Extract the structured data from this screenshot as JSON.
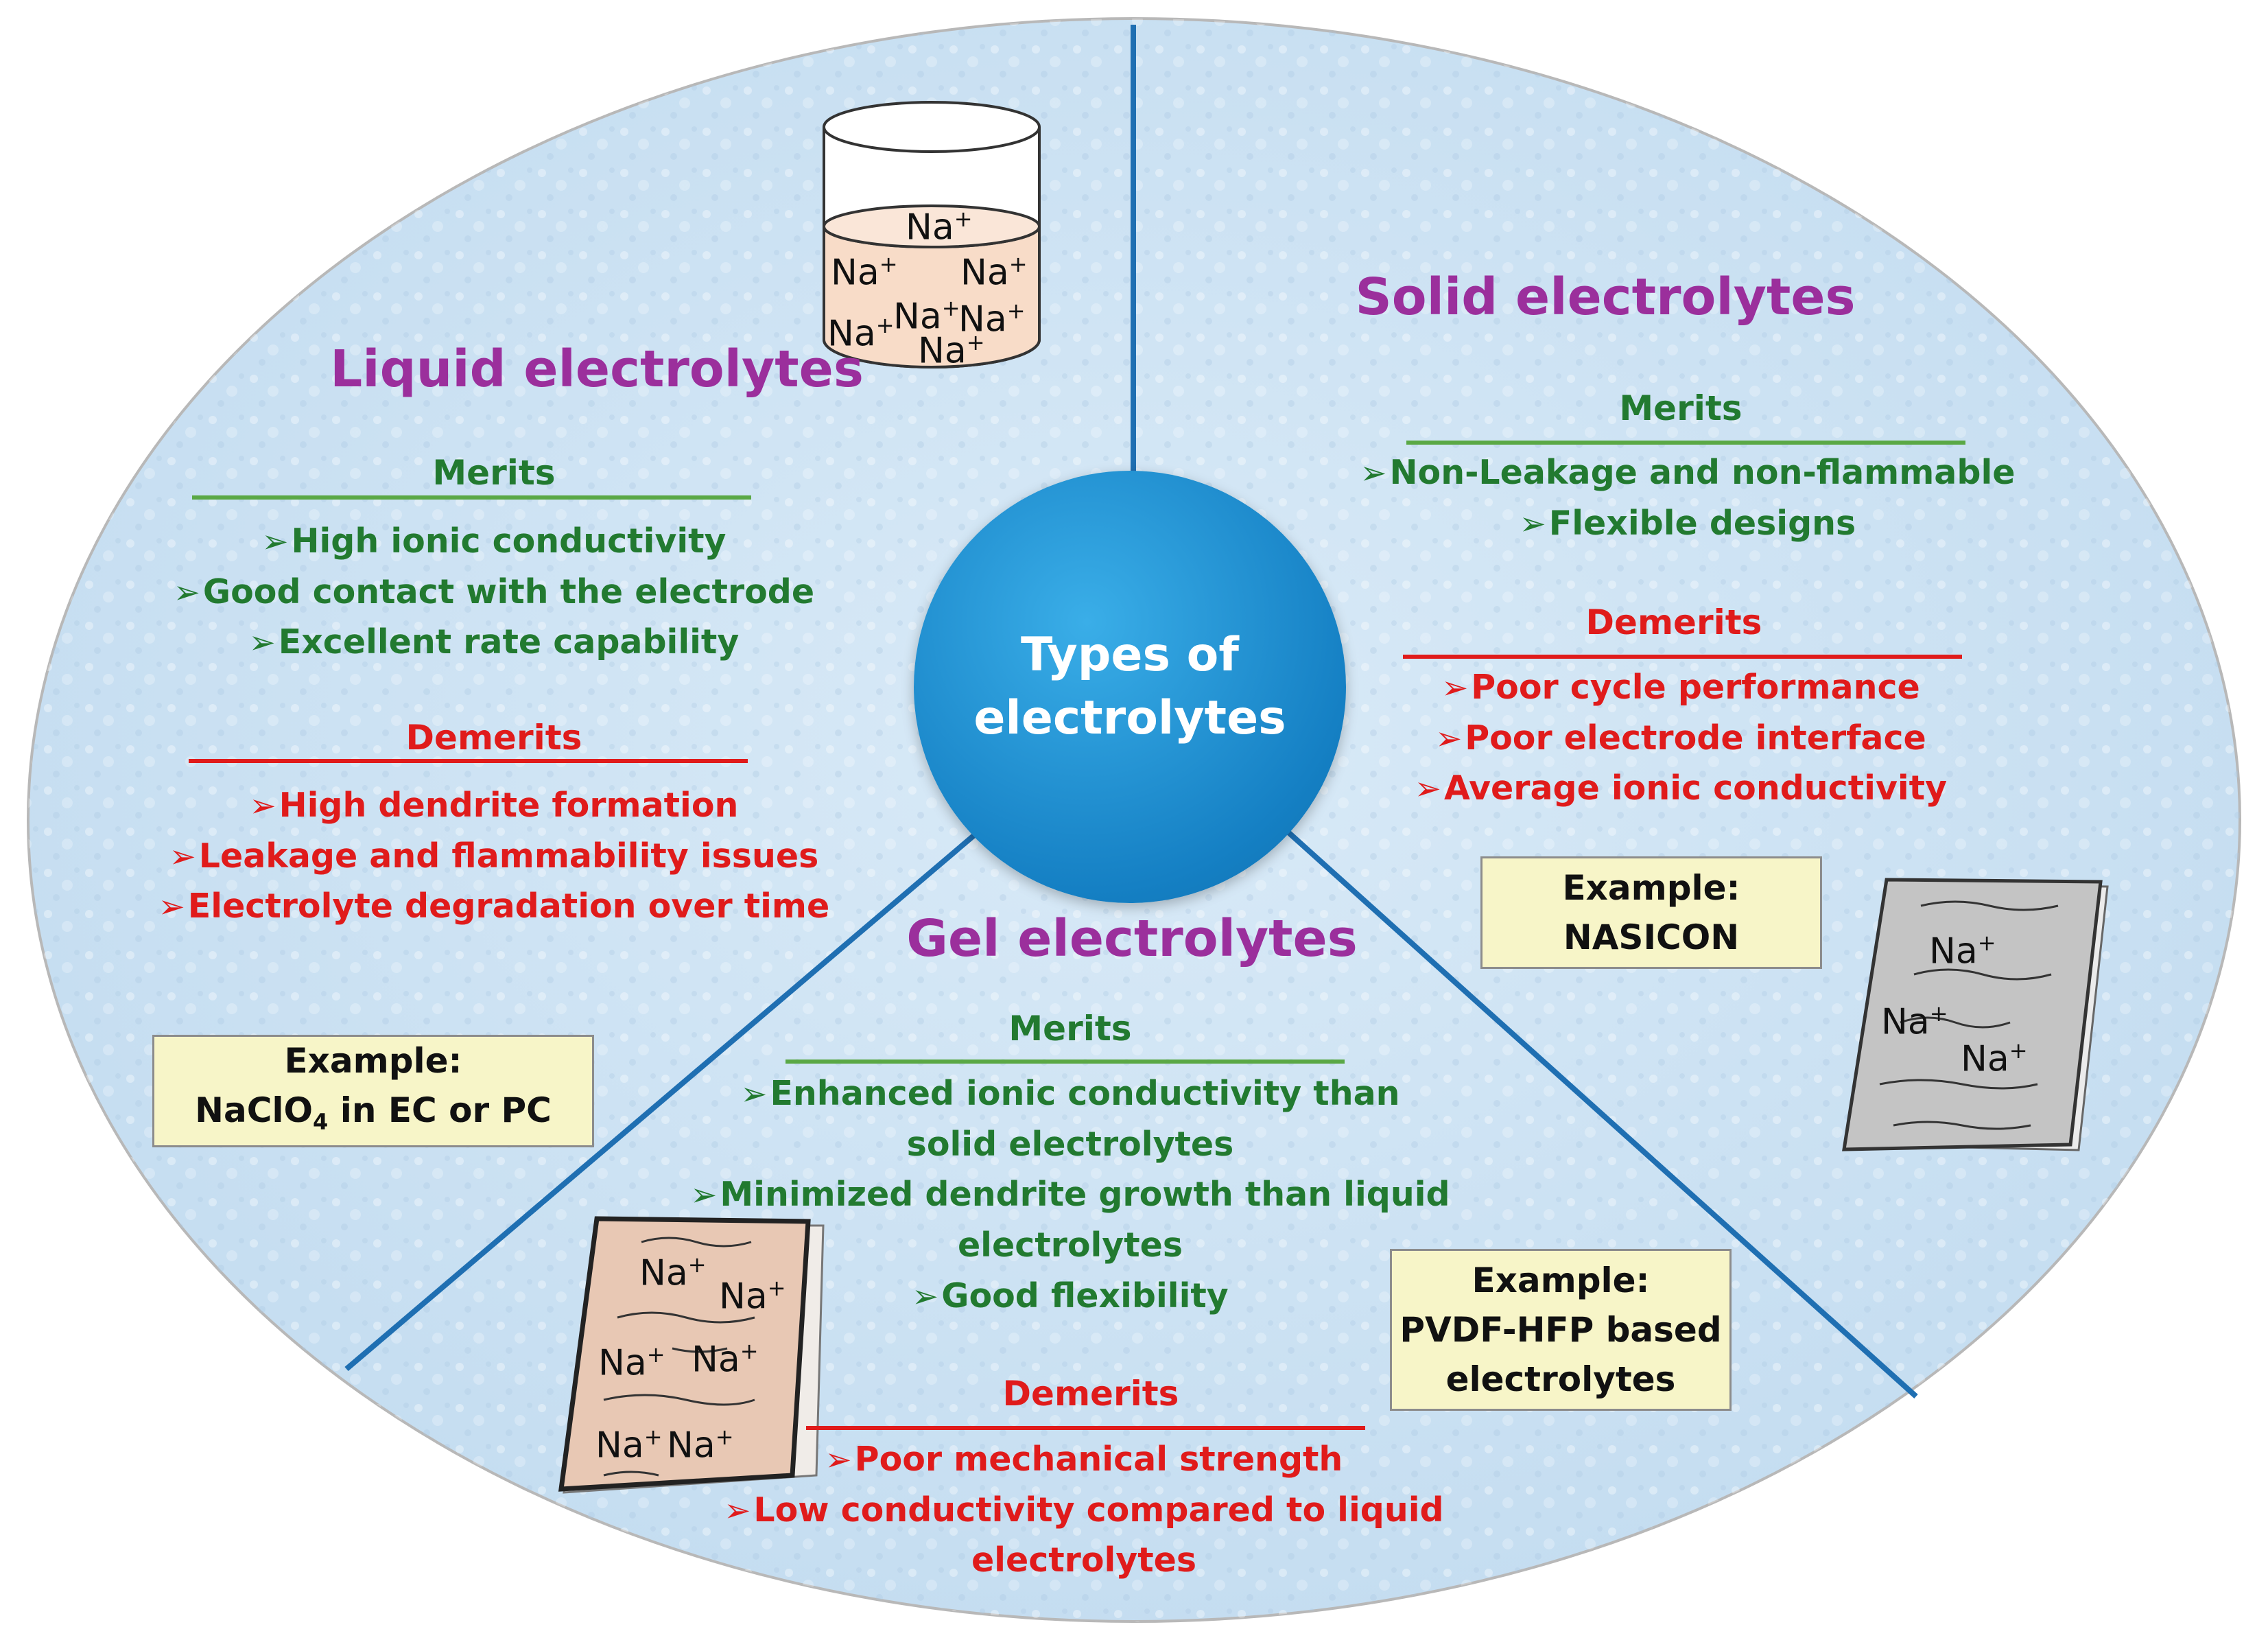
{
  "center": {
    "label": "Types of\nelectrolytes"
  },
  "liquid": {
    "title": "Liquid electrolytes",
    "merits_header": "Merits",
    "merits": [
      "High ionic conductivity",
      "Good contact with the electrode",
      "Excellent rate capability"
    ],
    "demerits_header": "Demerits",
    "demerits": [
      "High dendrite formation",
      "Leakage and flammability issues",
      "Electrolyte degradation over time"
    ],
    "example_label": "Example:",
    "example_pre": "NaClO",
    "example_sub": "4",
    "example_post": " in EC or PC",
    "ion_label": "Na",
    "ion_charge": "+"
  },
  "solid": {
    "title": "Solid electrolytes",
    "merits_header": "Merits",
    "merits": [
      "Non-Leakage and non-flammable",
      "Flexible designs"
    ],
    "demerits_header": "Demerits",
    "demerits": [
      "Poor cycle performance",
      "Poor electrode interface",
      "Average ionic conductivity"
    ],
    "example_label": "Example:",
    "example_value": "NASICON"
  },
  "gel": {
    "title": "Gel electrolytes",
    "merits_header": "Merits",
    "merits": [
      "Enhanced ionic conductivity than",
      "solid electrolytes",
      "Minimized dendrite growth than liquid",
      "electrolytes",
      "Good flexibility"
    ],
    "demerits_header": "Demerits",
    "demerits": [
      "Poor mechanical strength",
      "Low conductivity compared to liquid",
      "electrolytes"
    ],
    "example_label": "Example:",
    "example_lines": [
      "PVDF-HFP based",
      "electrolytes"
    ]
  },
  "colors": {
    "title": "#9b2f9c",
    "merit": "#227a30",
    "demerit": "#e01b1b",
    "divider": "#1f6fb2",
    "ellipse_fill": "#cfe3f3",
    "center_fill": "#1a8ad0",
    "example_fill": "#f7f5c8",
    "gel_film": "#e8c8b4",
    "solid_film": "#c4c4c4"
  },
  "icons": [
    "beaker-icon",
    "gel-film-icon",
    "solid-film-icon"
  ]
}
